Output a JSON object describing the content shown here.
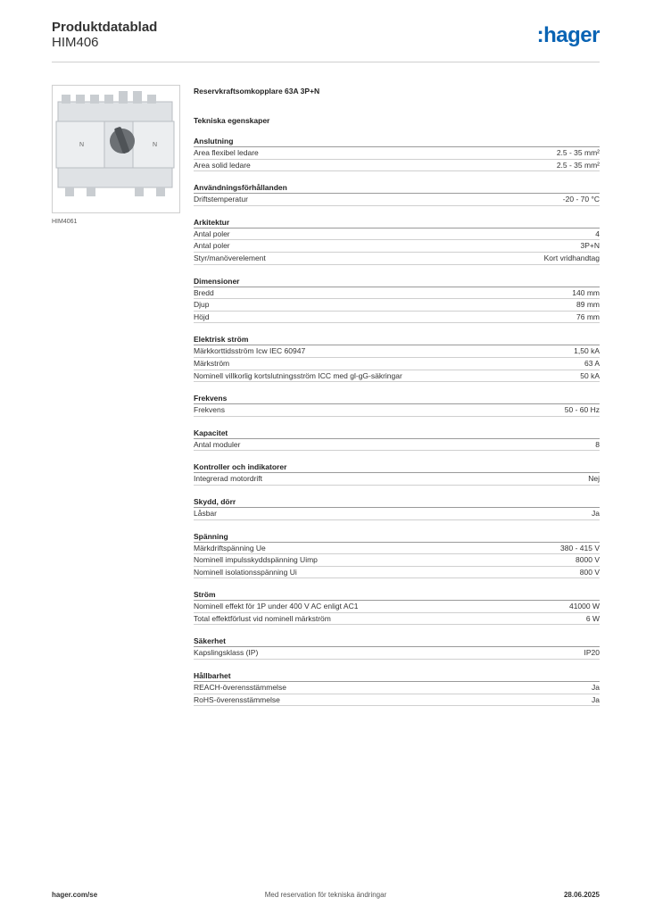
{
  "header": {
    "title": "Produktdatablad",
    "code": "HIM406",
    "logo": "hager"
  },
  "product": {
    "image_caption": "HIM4061",
    "name": "Reservkraftsomkopplare 63A 3P+N"
  },
  "tech_title": "Tekniska egenskaper",
  "sections": [
    {
      "title": "Anslutning",
      "rows": [
        {
          "label": "Area flexibel ledare",
          "value": "2.5 - 35 mm²"
        },
        {
          "label": "Area solid ledare",
          "value": "2.5 - 35 mm²"
        }
      ]
    },
    {
      "title": "Användningsförhållanden",
      "rows": [
        {
          "label": "Driftstemperatur",
          "value": "-20 - 70 °C"
        }
      ]
    },
    {
      "title": "Arkitektur",
      "rows": [
        {
          "label": "Antal poler",
          "value": "4"
        },
        {
          "label": "Antal poler",
          "value": "3P+N"
        },
        {
          "label": "Styr/manöverelement",
          "value": "Kort vridhandtag"
        }
      ]
    },
    {
      "title": "Dimensioner",
      "rows": [
        {
          "label": "Bredd",
          "value": "140 mm"
        },
        {
          "label": "Djup",
          "value": "89 mm"
        },
        {
          "label": "Höjd",
          "value": "76 mm"
        }
      ]
    },
    {
      "title": "Elektrisk ström",
      "rows": [
        {
          "label": "Märkkorttidsström Icw IEC 60947",
          "value": "1,50 kA"
        },
        {
          "label": "Märkström",
          "value": "63 A"
        },
        {
          "label": "Nominell villkorlig kortslutningsström ICC med gl-gG-säkringar",
          "value": "50 kA"
        }
      ]
    },
    {
      "title": "Frekvens",
      "rows": [
        {
          "label": "Frekvens",
          "value": "50 - 60 Hz"
        }
      ]
    },
    {
      "title": "Kapacitet",
      "rows": [
        {
          "label": "Antal moduler",
          "value": "8"
        }
      ]
    },
    {
      "title": "Kontroller och indikatorer",
      "rows": [
        {
          "label": "Integrerad motordrift",
          "value": "Nej"
        }
      ]
    },
    {
      "title": "Skydd, dörr",
      "rows": [
        {
          "label": "Låsbar",
          "value": "Ja"
        }
      ]
    },
    {
      "title": "Spänning",
      "rows": [
        {
          "label": "Märkdriftspänning Ue",
          "value": "380 - 415 V"
        },
        {
          "label": "Nominell impulsskyddspänning Uimp",
          "value": "8000 V"
        },
        {
          "label": "Nominell isolationsspänning Ui",
          "value": "800 V"
        }
      ]
    },
    {
      "title": "Ström",
      "rows": [
        {
          "label": "Nominell effekt för 1P under 400 V AC enligt AC1",
          "value": "41000 W"
        },
        {
          "label": "Total effektförlust vid nominell märkström",
          "value": "6 W"
        }
      ]
    },
    {
      "title": "Säkerhet",
      "rows": [
        {
          "label": "Kapslingsklass (IP)",
          "value": "IP20"
        }
      ]
    },
    {
      "title": "Hållbarhet",
      "rows": [
        {
          "label": "REACH-överensstämmelse",
          "value": "Ja"
        },
        {
          "label": "RoHS-överensstämmelse",
          "value": "Ja"
        }
      ]
    }
  ],
  "footer": {
    "site": "hager.com/se",
    "note": "Med reservation för tekniska ändringar",
    "date": "28.06.2025"
  }
}
